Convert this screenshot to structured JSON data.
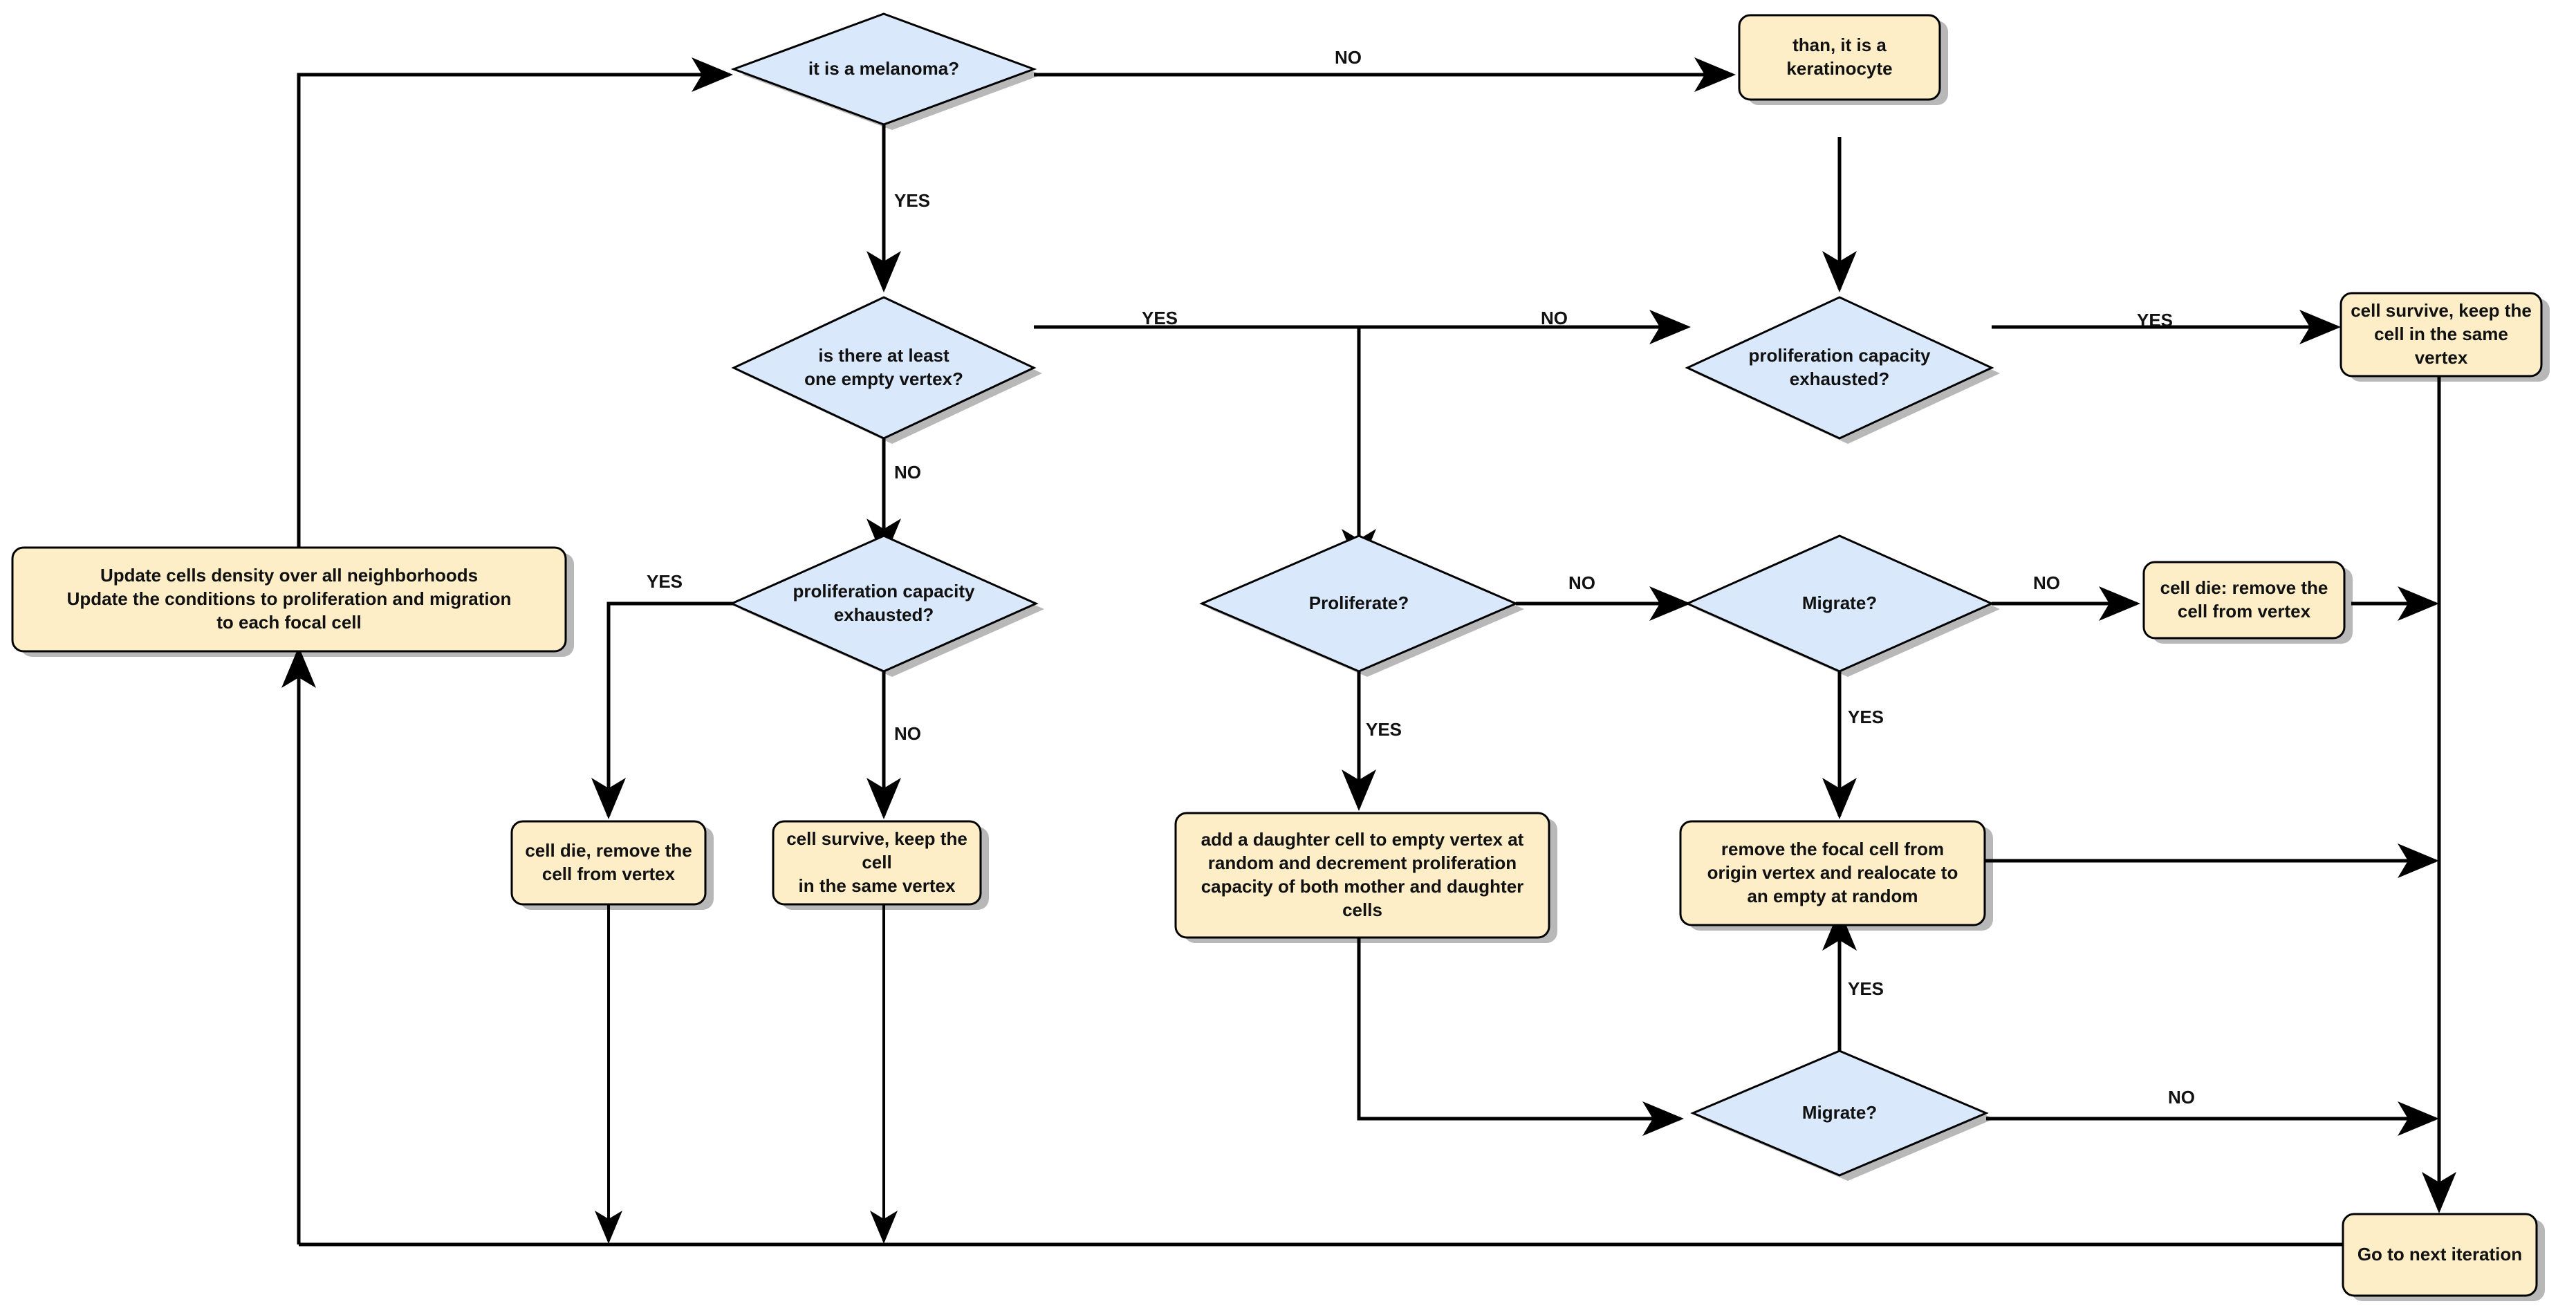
{
  "diagram": {
    "type": "flowchart",
    "title": "Cell agent decision flowchart",
    "colors": {
      "process_fill": "#fdeec8",
      "decision_fill": "#dae8fb",
      "stroke": "#000000",
      "background": "#ffffff"
    },
    "nodes": [
      {
        "id": "is_melanoma",
        "shape": "decision",
        "text": "it is a melanoma?"
      },
      {
        "id": "keratinocyte",
        "shape": "process",
        "text": "than, it is a\nkeratinocyte"
      },
      {
        "id": "empty_vertex",
        "shape": "decision",
        "text": "is there at least\none empty vertex?"
      },
      {
        "id": "prolif_top",
        "shape": "decision",
        "text": "proliferation capacity\nexhausted?"
      },
      {
        "id": "survive_top",
        "shape": "process",
        "text": "cell survive, keep the\ncell in the same vertex"
      },
      {
        "id": "update_density",
        "shape": "process",
        "text": "Update cells density over all neighborhoods\nUpdate the conditions to proliferation and migration\nto each focal cell"
      },
      {
        "id": "prolif_left",
        "shape": "decision",
        "text": "proliferation capacity\nexhausted?"
      },
      {
        "id": "die_left",
        "shape": "process",
        "text": "cell die, remove the\ncell from vertex"
      },
      {
        "id": "survive_left",
        "shape": "process",
        "text": "cell survive, keep the cell\nin the same vertex"
      },
      {
        "id": "proliferate",
        "shape": "decision",
        "text": "Proliferate?"
      },
      {
        "id": "migrate_mid",
        "shape": "decision",
        "text": "Migrate?"
      },
      {
        "id": "die_mid",
        "shape": "process",
        "text": "cell die: remove the\ncell from vertex"
      },
      {
        "id": "add_daughter",
        "shape": "process",
        "text": "add a daughter cell to empty vertex at\nrandom and decrement proliferation\ncapacity of both mother and daughter\ncells"
      },
      {
        "id": "relocate",
        "shape": "process",
        "text": "remove the focal cell from\norigin vertex and realocate to\nan empty at random"
      },
      {
        "id": "migrate_bottom",
        "shape": "decision",
        "text": "Migrate?"
      },
      {
        "id": "next_iteration",
        "shape": "process",
        "text": "Go to next iteration"
      }
    ],
    "edge_labels": [
      {
        "id": "melanoma_no",
        "text": "NO"
      },
      {
        "id": "melanoma_yes",
        "text": "YES"
      },
      {
        "id": "empty_yes",
        "text": "YES"
      },
      {
        "id": "empty_no_right",
        "text": "NO"
      },
      {
        "id": "prolif_top_yes",
        "text": "YES"
      },
      {
        "id": "empty_no_down",
        "text": "NO"
      },
      {
        "id": "prolif_left_yes",
        "text": "YES"
      },
      {
        "id": "prolif_left_no",
        "text": "NO"
      },
      {
        "id": "proliferate_no",
        "text": "NO"
      },
      {
        "id": "proliferate_yes",
        "text": "YES"
      },
      {
        "id": "migrate_mid_no",
        "text": "NO"
      },
      {
        "id": "migrate_mid_yes",
        "text": "YES"
      },
      {
        "id": "migrate_bottom_yes",
        "text": "YES"
      },
      {
        "id": "migrate_bottom_no",
        "text": "NO"
      }
    ]
  }
}
